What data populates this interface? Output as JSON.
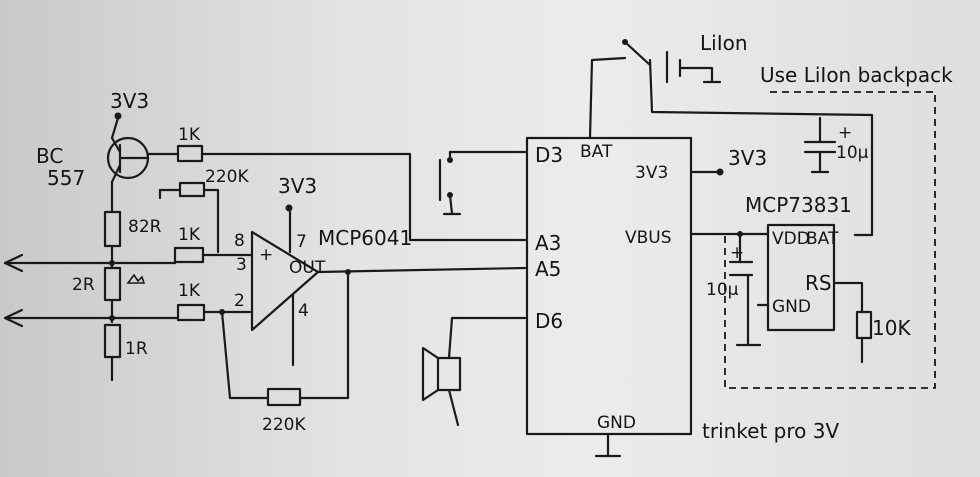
{
  "labels": {
    "bc557": "BC",
    "bc557_num": "557",
    "rail_top": "3V3",
    "r_1k_a": "1K",
    "r_220k_a": "220K",
    "r_82r": "82R",
    "r_1k_b": "1K",
    "r_2r": "2R",
    "r_1k_c": "1K",
    "r_1r": "1R",
    "opamp_rail": "3V3",
    "opamp_name": "MCP6041",
    "opamp_out": "OUT",
    "pin_7": "7",
    "pin_4": "4",
    "pin_3": "3",
    "pin_2": "2",
    "pin_8": "8",
    "r_220k_b": "220K",
    "trinket_d3": "D3",
    "trinket_bat": "BAT",
    "trinket_3v3": "3V3",
    "trinket_a3": "A3",
    "trinket_a5": "A5",
    "trinket_vbus": "VBUS",
    "trinket_d6": "D6",
    "trinket_gnd": "GND",
    "trinket_name": "trinket pro 3V",
    "liion": "LiIon",
    "backpack": "Use LiIon backpack",
    "ext_3v3": "3V3",
    "cap_1u_top": "10µ",
    "charger": "MCP73831",
    "charger_vdd": "VDD",
    "charger_bat": "BAT",
    "charger_rs": "RS",
    "charger_gnd": "GND",
    "cap_10u": "10µ",
    "r_10k": "10K",
    "plus_sign": "+"
  }
}
